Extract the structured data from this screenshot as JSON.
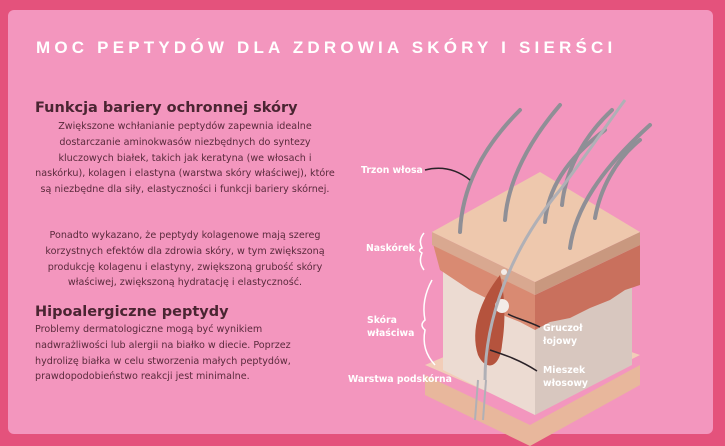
{
  "title": "MOC PEPTYDÓW DLA ZDROWIA SKÓRY I SIERŚCI",
  "sections": [
    {
      "heading": "Funkcja bariery ochronnej skóry",
      "paragraphs": [
        "Zwiększone wchłanianie peptydów zapewnia idealne dostarczanie aminokwasów niezbędnych do syntezy kluczowych białek, takich jak keratyna (we włosach i naskórku), kolagen i elastyna (warstwa skóry właściwej), które są niezbędne dla siły, elastyczności i funkcji bariery skórnej.",
        "Ponadto wykazano, że peptydy kolagenowe mają szereg korzystnych efektów dla zdrowia skóry, w tym zwiększoną produkcję kolagenu i elastyny, zwiększoną grubość skóry właściwej, zwiększoną hydratację i elastyczność."
      ]
    },
    {
      "heading": "Hipoalergiczne peptydy",
      "paragraphs": [
        "Problemy dermatologiczne mogą być wynikiem nadwrażliwości lub alergii na białko w diecie. Poprzez hydrolizę białka w celu stworzenia małych peptydów, prawdopodobieństwo reakcji jest minimalne."
      ]
    }
  ],
  "diagram": {
    "labels": {
      "hair_shaft": "Trzon włosa",
      "epidermis": "Naskórek",
      "dermis": "Skóra właściwa",
      "hypodermis": "Warstwa podskórna",
      "sebaceous_gland": "Gruczoł łojowy",
      "hair_follicle": "Mieszek włosowy"
    }
  },
  "colors": {
    "border": "#e4527c",
    "panel": "#f396be",
    "text": "#5a2a3c"
  }
}
